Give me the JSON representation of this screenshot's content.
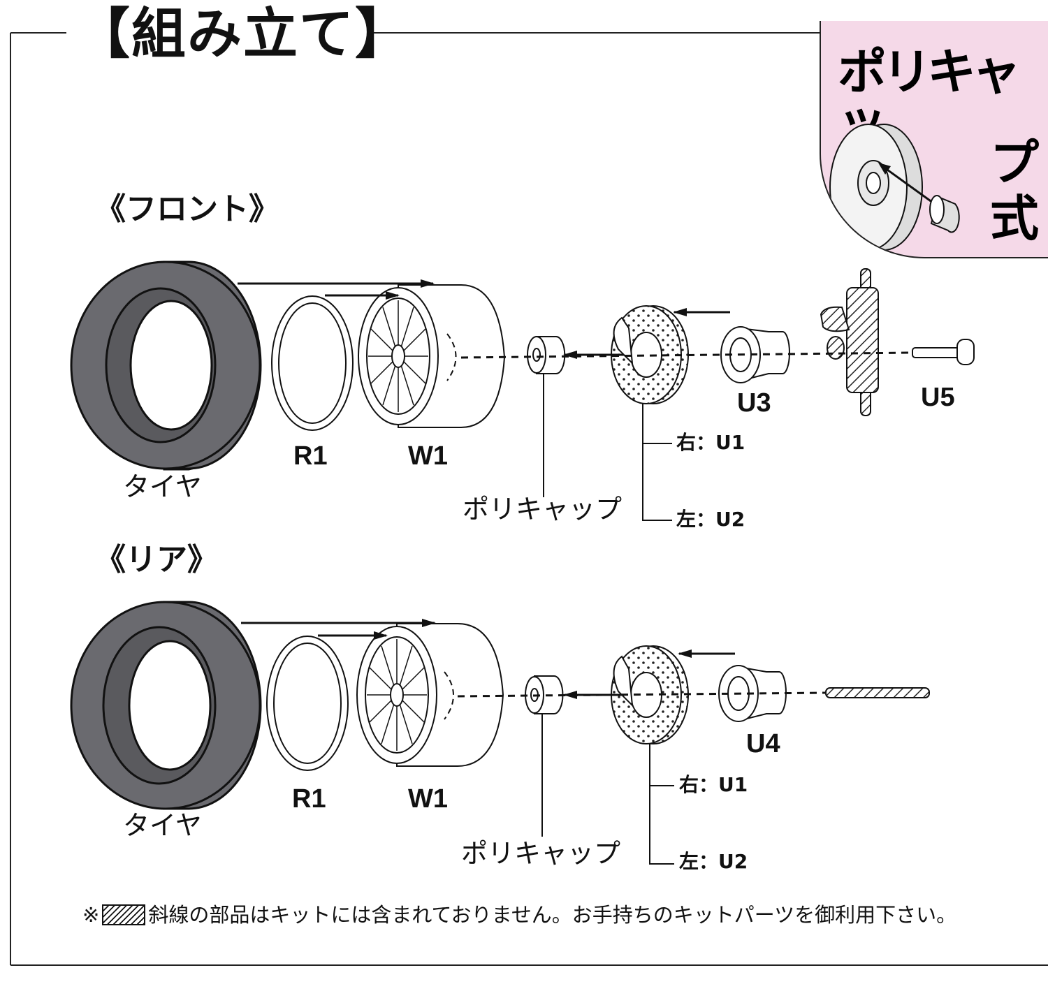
{
  "title": "【組み立て】",
  "inset": {
    "label_row": "ポリキャッ",
    "label_col": [
      "プ",
      "式"
    ],
    "bg_color": "#f5d9e8"
  },
  "front": {
    "heading": "《フロント》",
    "tire": "タイヤ",
    "rim": "R1",
    "wheel": "W1",
    "polycap": "ポリキャップ",
    "hub": "U3",
    "shaft": "U5",
    "right": "右：U1",
    "left": "左：U2"
  },
  "rear": {
    "heading": "《リア》",
    "tire": "タイヤ",
    "rim": "R1",
    "wheel": "W1",
    "polycap": "ポリキャップ",
    "hub": "U4",
    "right": "右：U1",
    "left": "左：U2"
  },
  "note": {
    "prefix": "※",
    "icon": "hatched-part-icon",
    "text": "斜線の部品はキットには含まれておりません。お手持ちのキットパーツを御利用下さい。"
  },
  "colors": {
    "tire": "#6a6a6f",
    "line": "#111111",
    "inset": "#f5d9e8"
  }
}
